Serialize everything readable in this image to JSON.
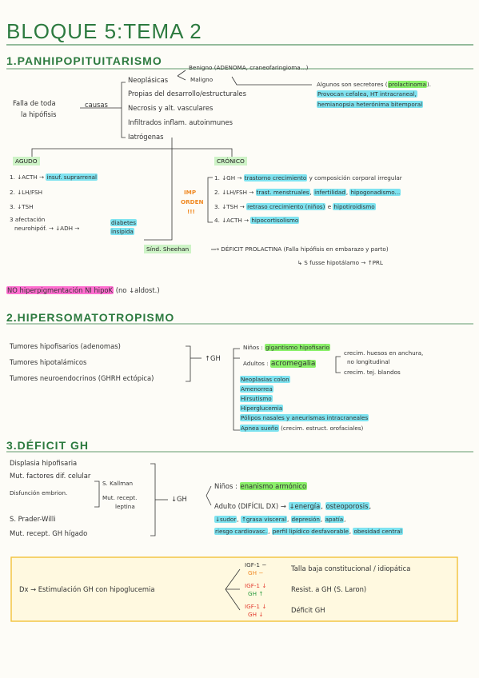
{
  "title": "BLOQUE 5:TEMA 2",
  "s1": {
    "heading": "1.PANHIPOPITUITARISMO",
    "falla": "Falla de toda",
    "hipofisis": "la hipófisis",
    "causas": "causas",
    "neoplasicas": "Neoplásicas",
    "benigno": "Benigno (ADENOMA, craneofaringioma...)",
    "maligno": "Maligno",
    "algunos": "Algunos son secretores (",
    "prolactinoma": "prolactinoma",
    "algunos_end": ").",
    "provocan": "Provocan cefalea, HT intracraneal,",
    "hemianopsia": "hemianopsia heterónima bitemporal",
    "propias": "Propias del desarrollo/estructurales",
    "necrosis": "Necrosis y alt. vasculares",
    "infiltrados": "Infiltrados inflam. autoinmunes",
    "iatrogenas": "Iatrógenas",
    "agudo": "AGUDO",
    "cronico": "CRÓNICO",
    "a1_pre": "1. ↓ACTH →",
    "a1_hl": "insuf. suprarrenal",
    "a2": "2. ↓LH/FSH",
    "a3": "3. ↓TSH",
    "a4_1": "3 afectación",
    "a4_2": "neurohipóf.",
    "a4_3": "→ ↓ADH →",
    "a4_hl1": "diabetes",
    "a4_hl2": "insípida",
    "imp": "IMP",
    "orden": "ORDEN",
    "excl": "!!!",
    "c1_pre": "1. ↓GH →",
    "c1_hl": "trastorno crecimiento",
    "c1_post": "y composición corporal irregular",
    "c2_pre": "2. ↓LH/FSH →",
    "c2_hl1": "trast. menstruales",
    "c2_hl2": "infertilidad",
    "c2_hl3": "hipogonadismo...",
    "c3_pre": "3. ↓TSH →",
    "c3_hl1": "retraso crecimiento (niños)",
    "c3_hl2": "hipotiroidismo",
    "c4_pre": "4. ↓ACTH →",
    "c4_hl": "hipocortisolismo",
    "sheehan": "Sínd. Sheehan",
    "sheehan_1": "→ DÉFICIT PROLACTINA (Falla hipófisis en embarazo y parto)",
    "sheehan_2": "↳ S fusse hipotálamo → ↑PRL",
    "nopig": "NO hiperpigmentación NI hipoK",
    "nopig_post": "(no ↓aldost.)"
  },
  "s2": {
    "heading": "2.HIPERSOMATOTROPISMO",
    "tum1": "Tumores hipofisarios (adenomas)",
    "tum2": "Tumores hipotalámicos",
    "tum3": "Tumores neuroendocrinos (GHRH ectópica)",
    "gh": "↑GH",
    "ninos": "Niños :",
    "gigantismo": "gigantismo hipofisario",
    "adultos": "Adultos :",
    "acromegalia": "acromegalia",
    "crec1": "crecim. huesos en anchura,",
    "crec2": "no longitudinal",
    "crec3": "crecim. tej. blandos",
    "l1": "Neoplasias colon",
    "l2": "Amenorrea",
    "l3": "Hirsutismo",
    "l4": "Hiperglucemia",
    "l5": "Pólipos nasales y aneurismas intracraneales",
    "l6": "Apnea sueño",
    "l6_post": "(crecim. estruct. orofaciales)"
  },
  "s3": {
    "heading": "3.DÉFICIT GH",
    "d1": "Displasia hipofisaria",
    "d2": "Mut. factores dif. celular",
    "d3": "Disfunción embrion.",
    "d3a": "S. Kallman",
    "d3b": "Mut. recept.",
    "d3c": "leptina",
    "d4": "S. Prader-Willi",
    "d5": "Mut. recept. GH hígado",
    "gh": "↓GH",
    "ninos": "Niños :",
    "enanismo": "enanismo armónico",
    "adulto": "Adulto (DIFÍCIL DX) →",
    "a_hl1": "↓energía",
    "a_hl2": "osteoporosis",
    "a_hl3": "↓sudor",
    "a_hl4": "↑grasa visceral",
    "a_hl5": "depresión",
    "a_hl6": "apatía",
    "a_hl7": "riesgo cardiovasc.",
    "a_hl8": "perfil lipídico desfavorable",
    "a_hl9": "obesidad central"
  },
  "dx": {
    "main": "Dx → Estimulación GH con hipoglucemia",
    "r1a": "IGF-1 −",
    "r1b": "GH −",
    "r1_res": "Talla baja constitucional / idiopática",
    "r2a": "IGF-1 ↓",
    "r2b": "GH ↑",
    "r2_res": "Resist. a GH (S. Laron)",
    "r3a": "IGF-1 ↓",
    "r3b": "GH ↓",
    "r3_res": "Déficit GH"
  }
}
